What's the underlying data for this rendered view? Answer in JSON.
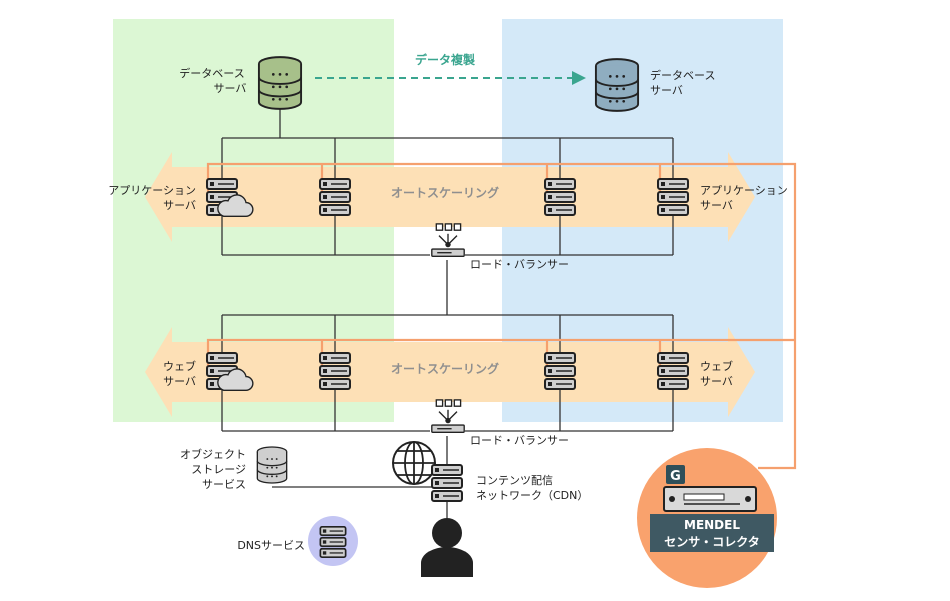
{
  "labels": {
    "db_left": [
      "データベース",
      "サーバ"
    ],
    "db_right": [
      "データベース",
      "サーバ"
    ],
    "replication": "データ複製",
    "app_left": [
      "アプリケーション",
      "サーバ"
    ],
    "app_right": [
      "アプリケーション",
      "サーバ"
    ],
    "autoscale_1": "オートスケーリング",
    "lb_1": "ロード・バランサー",
    "web_left": [
      "ウェブ",
      "サーバ"
    ],
    "web_right": [
      "ウェブ",
      "サーバ"
    ],
    "autoscale_2": "オートスケーリング",
    "lb_2": "ロード・バランサー",
    "object_storage": [
      "オブジェクト",
      "ストレージ",
      "サービス"
    ],
    "cdn": [
      "コンテンツ配信",
      "ネットワーク（CDN）"
    ],
    "dns": "DNSサービス",
    "mendel_title": "MENDEL",
    "mendel_sub": "センサ・コレクタ"
  },
  "colors": {
    "zone_left": "#dcf7d4",
    "zone_right": "#d4e9f8",
    "autoscale_band": "#fde0b6",
    "mendel_orange": "#f9a26d",
    "sensor_line": "#f5a06e",
    "replication_arrow": "#3aa58f",
    "db_left": "#a7c08a",
    "db_right": "#8fadc0",
    "dns_circle": "#c3c5f3"
  },
  "icons": {
    "database": "database-icon",
    "server": "server-icon",
    "cloud": "cloud-icon",
    "load_balancer": "load-balancer-icon",
    "globe": "globe-icon",
    "user": "user-icon",
    "mendel_device": "mendel-device-icon"
  }
}
